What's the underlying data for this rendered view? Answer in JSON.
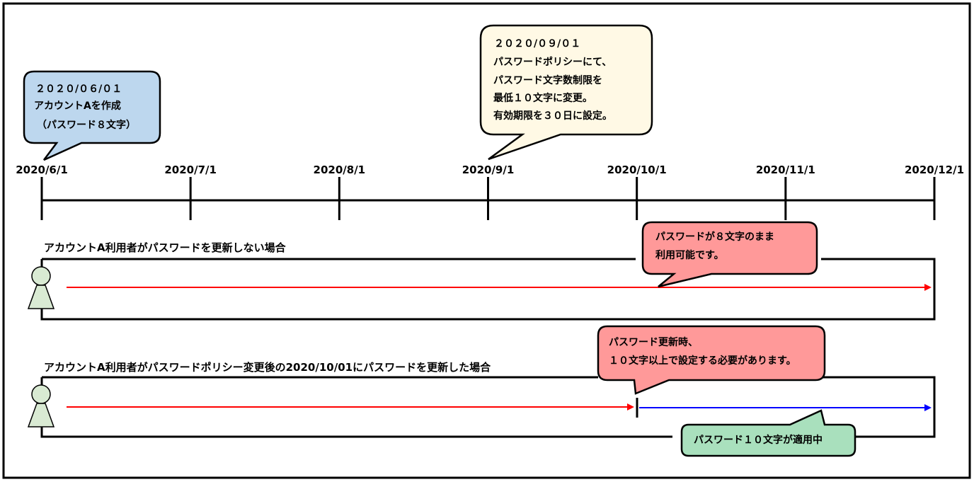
{
  "timeline": {
    "ticks": [
      "2020/6/1",
      "2020/7/1",
      "2020/8/1",
      "2020/9/1",
      "2020/10/1",
      "2020/11/1",
      "2020/12/1"
    ]
  },
  "callouts": {
    "account_created": {
      "lines": [
        "２０２０/０６/０１",
        "アカウントAを作成",
        "（パスワード８文字）"
      ],
      "fill": "#bdd7ee"
    },
    "policy_change": {
      "lines": [
        "２０２０/０９/０１",
        "パスワードポリシーにて、",
        "パスワード文字数制限を",
        "最低１０文字に変更。",
        "有効期限を３０日に設定。"
      ],
      "fill": "#fff9e5"
    },
    "still_usable": {
      "lines": [
        "パスワードが８文字のまま",
        "利用可能です。"
      ],
      "fill": "#ff9999"
    },
    "update_required": {
      "lines": [
        "パスワード更新時、",
        "１０文字以上で設定する必要があります。"
      ],
      "fill": "#ff9999"
    },
    "applied": {
      "lines": [
        "パスワード１０文字が適用中"
      ],
      "fill": "#a9e0bd"
    }
  },
  "scenarios": {
    "no_update": {
      "title": "アカウントA利用者がパスワードを更新しない場合"
    },
    "updated": {
      "title": "アカウントA利用者がパスワードポリシー変更後の2020/10/01にパスワードを更新した場合"
    }
  },
  "colors": {
    "arrow_red": "#ff0000",
    "arrow_blue": "#0000ff",
    "person_fill": "#d9ead3"
  }
}
